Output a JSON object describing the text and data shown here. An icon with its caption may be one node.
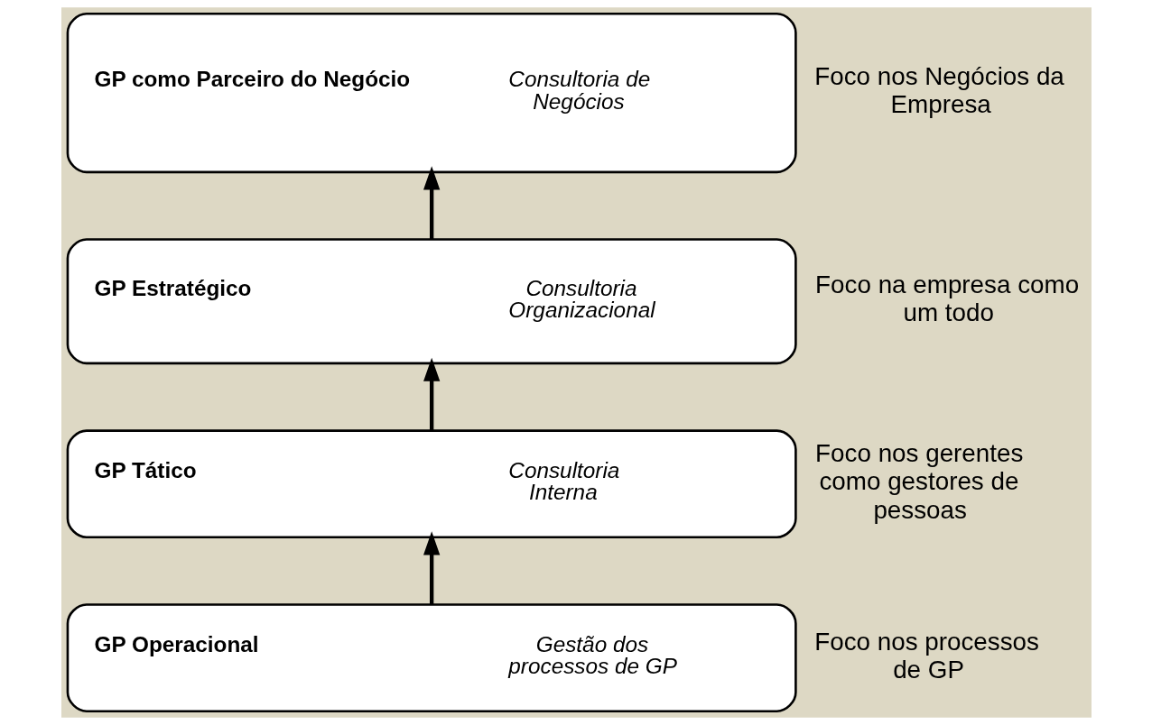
{
  "diagram": {
    "nodes": [
      {
        "text": [
          "GP como Parceiro do Negócio",
          "Consultoria de Negócios"
        ],
        "beside": [
          "Foco nos Negócios da Empresa"
        ]
      },
      {
        "text": [
          "GP Estratégico",
          "Consultoria Organizacional"
        ],
        "beside": [
          "Foco na empresa como um todo"
        ]
      },
      {
        "text": [
          "GP Tático",
          "Consultoria Interna"
        ],
        "beside": [
          "Foco nos gerentes como gestores de pessoas"
        ]
      },
      {
        "text": [
          "GP Operacional",
          "Gestão dos processos de GP"
        ],
        "beside": [
          "Foco nos processos de GP"
        ]
      }
    ],
    "edges": [
      {
        "from": 1,
        "to": 0,
        "arrow": "to"
      },
      {
        "from": 2,
        "to": 1,
        "arrow": "to"
      },
      {
        "from": 3,
        "to": 2,
        "arrow": "to"
      }
    ]
  }
}
